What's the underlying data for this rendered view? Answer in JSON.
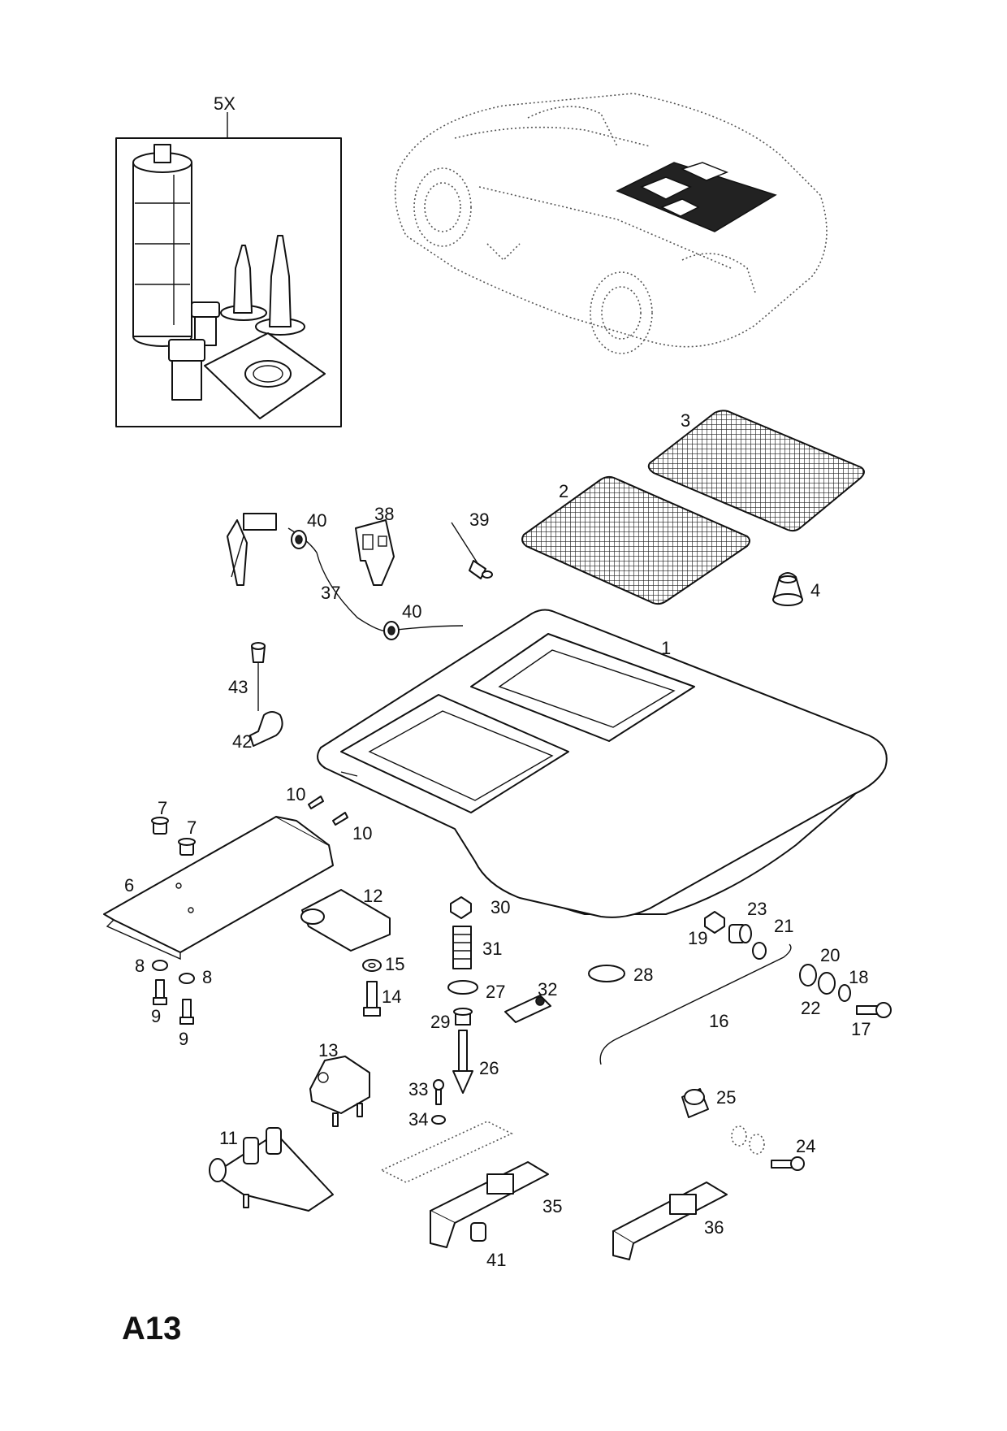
{
  "diagram": {
    "page_code": "A13",
    "kit_label": "5X",
    "callouts": [
      {
        "id": "c1",
        "text": "1"
      },
      {
        "id": "c2",
        "text": "2"
      },
      {
        "id": "c3",
        "text": "3"
      },
      {
        "id": "c4",
        "text": "4"
      },
      {
        "id": "c6",
        "text": "6"
      },
      {
        "id": "c7a",
        "text": "7"
      },
      {
        "id": "c7b",
        "text": "7"
      },
      {
        "id": "c8a",
        "text": "8"
      },
      {
        "id": "c8b",
        "text": "8"
      },
      {
        "id": "c9a",
        "text": "9"
      },
      {
        "id": "c9b",
        "text": "9"
      },
      {
        "id": "c10a",
        "text": "10"
      },
      {
        "id": "c10b",
        "text": "10"
      },
      {
        "id": "c11",
        "text": "11"
      },
      {
        "id": "c12",
        "text": "12"
      },
      {
        "id": "c13",
        "text": "13"
      },
      {
        "id": "c14",
        "text": "14"
      },
      {
        "id": "c15",
        "text": "15"
      },
      {
        "id": "c16",
        "text": "16"
      },
      {
        "id": "c17",
        "text": "17"
      },
      {
        "id": "c18",
        "text": "18"
      },
      {
        "id": "c19",
        "text": "19"
      },
      {
        "id": "c20",
        "text": "20"
      },
      {
        "id": "c21",
        "text": "21"
      },
      {
        "id": "c22",
        "text": "22"
      },
      {
        "id": "c23",
        "text": "23"
      },
      {
        "id": "c24",
        "text": "24"
      },
      {
        "id": "c25",
        "text": "25"
      },
      {
        "id": "c26",
        "text": "26"
      },
      {
        "id": "c27",
        "text": "27"
      },
      {
        "id": "c28",
        "text": "28"
      },
      {
        "id": "c29",
        "text": "29"
      },
      {
        "id": "c30",
        "text": "30"
      },
      {
        "id": "c31",
        "text": "31"
      },
      {
        "id": "c32",
        "text": "32"
      },
      {
        "id": "c33",
        "text": "33"
      },
      {
        "id": "c34",
        "text": "34"
      },
      {
        "id": "c35",
        "text": "35"
      },
      {
        "id": "c36",
        "text": "36"
      },
      {
        "id": "c37",
        "text": "37"
      },
      {
        "id": "c38",
        "text": "38"
      },
      {
        "id": "c39",
        "text": "39"
      },
      {
        "id": "c40a",
        "text": "40"
      },
      {
        "id": "c40b",
        "text": "40"
      },
      {
        "id": "c41",
        "text": "41"
      },
      {
        "id": "c42",
        "text": "42"
      },
      {
        "id": "c43",
        "text": "43"
      }
    ]
  }
}
